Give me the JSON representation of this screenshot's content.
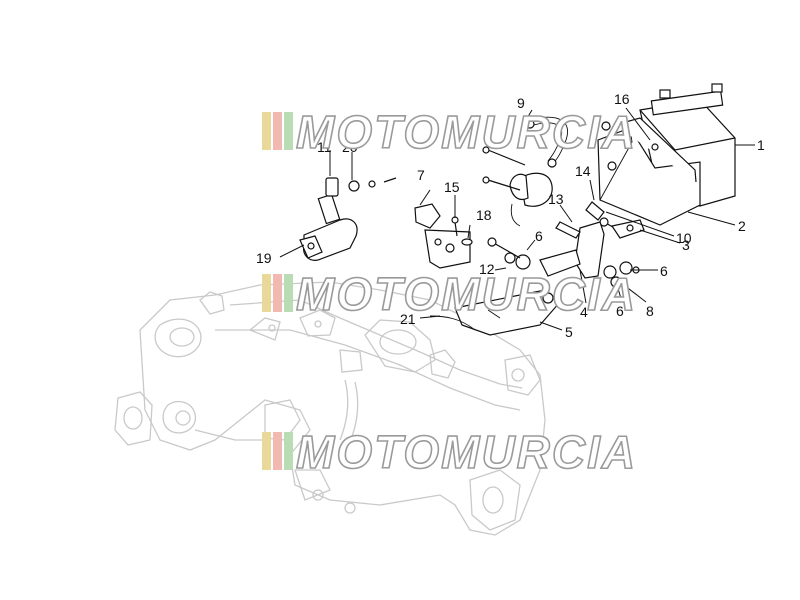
{
  "watermark": {
    "text": "MOTOMURCIA",
    "stripe_colors": [
      "#e8d89a",
      "#f2b9b0",
      "#b9dcb4"
    ]
  },
  "callouts": [
    {
      "id": "1",
      "label": "1"
    },
    {
      "id": "2",
      "label": "2"
    },
    {
      "id": "3",
      "label": "3"
    },
    {
      "id": "4",
      "label": "4"
    },
    {
      "id": "5",
      "label": "5"
    },
    {
      "id": "6a",
      "label": "6"
    },
    {
      "id": "6b",
      "label": "6"
    },
    {
      "id": "6c",
      "label": "6"
    },
    {
      "id": "7",
      "label": "7"
    },
    {
      "id": "8",
      "label": "8"
    },
    {
      "id": "9",
      "label": "9"
    },
    {
      "id": "10",
      "label": "10"
    },
    {
      "id": "11",
      "label": "11"
    },
    {
      "id": "12",
      "label": "12"
    },
    {
      "id": "13",
      "label": "13"
    },
    {
      "id": "14",
      "label": "14"
    },
    {
      "id": "15",
      "label": "15"
    },
    {
      "id": "16",
      "label": "16"
    },
    {
      "id": "18",
      "label": "18"
    },
    {
      "id": "19",
      "label": "19"
    },
    {
      "id": "20",
      "label": "20"
    },
    {
      "id": "21",
      "label": "21"
    }
  ]
}
